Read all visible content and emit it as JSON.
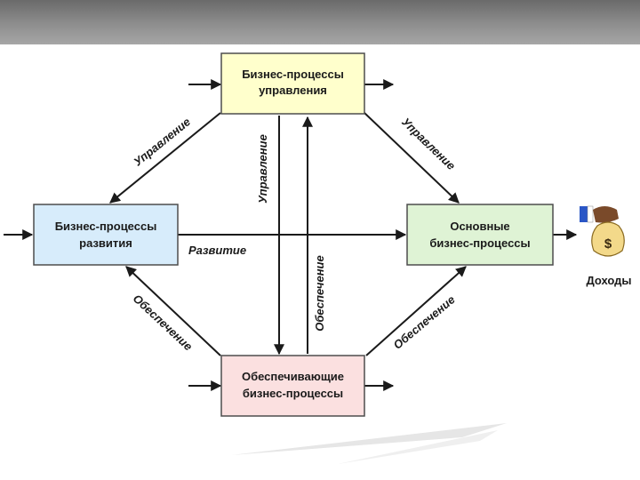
{
  "boxes": {
    "management": {
      "line1": "Бизнес-процессы",
      "line2": "управления",
      "fill": "#ffffcc"
    },
    "development": {
      "line1": "Бизнес-процессы",
      "line2": "развития",
      "fill": "#d7ecfb"
    },
    "core": {
      "line1": "Основные",
      "line2": "бизнес-процессы",
      "fill": "#dff3d5"
    },
    "support": {
      "line1": "Обеспечивающие",
      "line2": "бизнес-процессы",
      "fill": "#fbe0e0"
    }
  },
  "edge_labels": {
    "dev_mgmt": "Управление",
    "mgmt_core": "Управление",
    "mgmt_support": "Управление",
    "dev_core": "Развитие",
    "support_mgmt": "Обеспечение",
    "support_dev": "Обеспечение",
    "support_core": "Обеспечение"
  },
  "income": {
    "label": "Доходы",
    "symbol": "$"
  },
  "colors": {
    "header_bar": "#7f7f7f",
    "arrow": "#1a1a1a",
    "box_border": "#4d4d4d"
  }
}
